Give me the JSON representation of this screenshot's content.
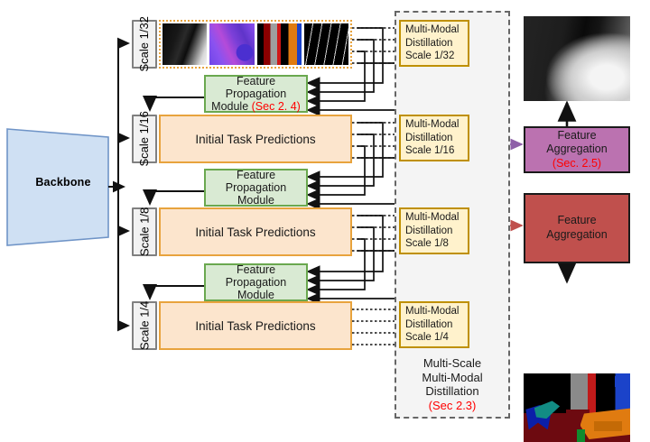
{
  "backbone": {
    "label": "Backbone"
  },
  "scales": [
    {
      "name": "Scale",
      "value": "1/32"
    },
    {
      "name": "Scale",
      "value": "1/16"
    },
    {
      "name": "Scale",
      "value": "1/8"
    },
    {
      "name": "Scale",
      "value": "1/4"
    }
  ],
  "initial_task_predictions": {
    "label": "Initial Task Predictions",
    "rows": [
      "Initial Task Predictions",
      "Initial Task Predictions",
      "Initial Task Predictions"
    ]
  },
  "feature_propagation_modules": [
    {
      "line1": "Feature",
      "line2": "Propagation",
      "line3": "Module",
      "section": "(Sec 2. 4)"
    },
    {
      "line1": "Feature",
      "line2": "Propagation",
      "line3": "Module",
      "section": ""
    },
    {
      "line1": "Feature",
      "line2": "Propagation",
      "line3": "Module",
      "section": ""
    }
  ],
  "distillation": {
    "blocks": [
      {
        "line1": "Multi-Modal",
        "line2": "Distillation",
        "line3": "Scale 1/32"
      },
      {
        "line1": "Multi-Modal",
        "line2": "Distillation",
        "line3": "Scale 1/16"
      },
      {
        "line1": "Multi-Modal",
        "line2": "Distillation",
        "line3": "Scale 1/8"
      },
      {
        "line1": "Multi-Modal",
        "line2": "Distillation",
        "line3": "Scale 1/4"
      }
    ],
    "caption_line1": "Multi-Scale",
    "caption_line2": "Multi-Modal",
    "caption_line3": "Distillation",
    "caption_section": "(Sec 2.3)"
  },
  "aggregation": [
    {
      "line1": "Feature",
      "line2": "Aggregation",
      "section": "(Sec. 2.5)",
      "color": "#bb72b0"
    },
    {
      "line1": "Feature",
      "line2": "Aggregation",
      "section": "",
      "color": "#c0504d"
    }
  ],
  "thumbnails": [
    {
      "name": "depth-thumbnail"
    },
    {
      "name": "surface-normals-thumbnail"
    },
    {
      "name": "semantic-segmentation-thumbnail"
    },
    {
      "name": "edge-map-thumbnail"
    }
  ],
  "outputs": [
    {
      "name": "depth-output-image"
    },
    {
      "name": "segmentation-output-image"
    }
  ],
  "colors": {
    "backbone_fill": "#cfe0f3",
    "backbone_stroke": "#6f94c7",
    "scale_fill": "#f2f2f2",
    "scale_stroke": "#808080",
    "itp_fill": "#fce5cd",
    "itp_stroke": "#e8a33d",
    "fpm_fill": "#d9ead3",
    "fpm_stroke": "#6aa84f",
    "mmd_fill": "#fff2cc",
    "mmd_stroke": "#bf9000",
    "dashed_stroke": "#666666",
    "agg_purple": "#bb72b0",
    "agg_red": "#c0504d",
    "accent_red_text": "#ff0000",
    "flow_purple": "#8e5fa8",
    "flow_red": "#c0504d"
  }
}
